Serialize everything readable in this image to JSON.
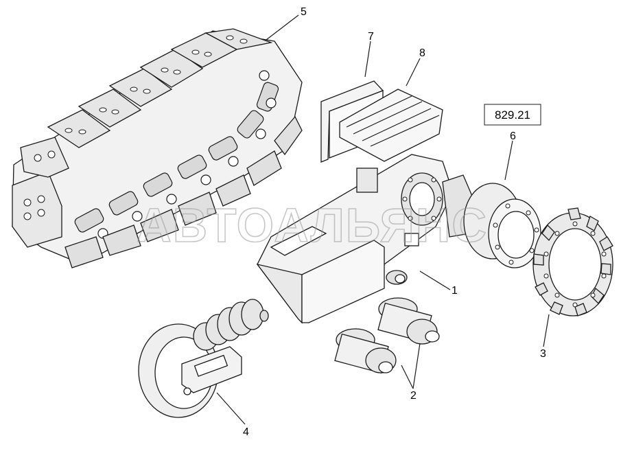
{
  "diagram": {
    "reference_code": "829.21",
    "watermark": "АВТОАЛЬЯНС",
    "callouts": [
      {
        "id": "1",
        "label": "1"
      },
      {
        "id": "2",
        "label": "2"
      },
      {
        "id": "3",
        "label": "3"
      },
      {
        "id": "4",
        "label": "4"
      },
      {
        "id": "5",
        "label": "5"
      },
      {
        "id": "6",
        "label": "6"
      },
      {
        "id": "7",
        "label": "7"
      },
      {
        "id": "8",
        "label": "8"
      }
    ]
  }
}
